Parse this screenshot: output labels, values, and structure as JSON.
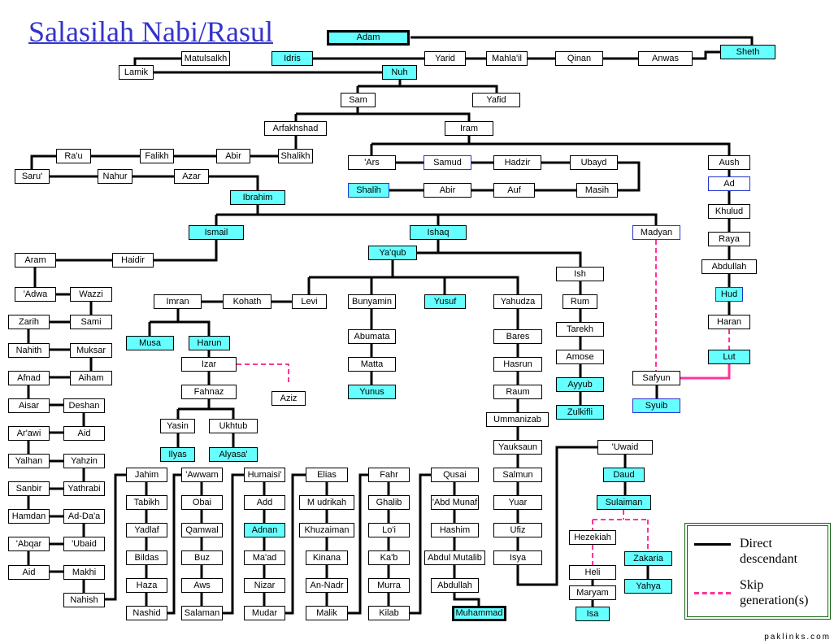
{
  "title": "Salasilah Nabi/Rasul",
  "colors": {
    "prophet_fill": "#66ffff",
    "line": "#000000",
    "skip_line": "#ff3399",
    "title": "#3333cc",
    "legend_border": "#116611"
  },
  "nodes": {
    "adam": "Adam",
    "sheth": "Sheth",
    "matulsalkh": "Matulsalkh",
    "idris": "Idris",
    "yarid": "Yarid",
    "mahlail": "Mahla'il",
    "qinan": "Qinan",
    "anwas": "Anwas",
    "lamik": "Lamik",
    "nuh": "Nuh",
    "sam": "Sam",
    "yafid": "Yafid",
    "arfakhshad": "Arfakhshad",
    "iram": "Iram",
    "rau": "Ra'u",
    "falikh": "Falikh",
    "abir1": "Abir",
    "shalikh": "Shalikh",
    "saru": "Saru'",
    "nahur": "Nahur",
    "azar": "Azar",
    "ibrahim": "Ibrahim",
    "ars": "'Ars",
    "samud": "Samud",
    "hadzir": "Hadzir",
    "ubayd": "Ubayd",
    "aush": "Aush",
    "shalih": "Shalih",
    "abir2": "Abir",
    "auf": "Auf",
    "masih": "Masih",
    "ad": "Ad",
    "khulud": "Khulud",
    "raya": "Raya",
    "abdullah1": "Abdullah",
    "hud": "Hud",
    "haran": "Haran",
    "lut": "Lut",
    "ismail": "Ismail",
    "ishaq": "Ishaq",
    "madyan": "Madyan",
    "yaqub": "Ya'qub",
    "ish": "Ish",
    "aram": "Aram",
    "haidir": "Haidir",
    "adwa": "'Adwa",
    "wazzi": "Wazzi",
    "zarih": "Zarih",
    "sami": "Sami",
    "nahith": "Nahith",
    "muksar": "Muksar",
    "afnad": "Afnad",
    "aiham": "Aiham",
    "aisar": "Aisar",
    "deshan": "Deshan",
    "arawi": "Ar'awi",
    "aid1": "Aid",
    "yalhan": "Yalhan",
    "yahzin": "Yahzin",
    "sanbir": "Sanbir",
    "yathrabi": "Yathrabi",
    "hamdan": "Hamdan",
    "adda": "Ad-Da'a",
    "abqar": "'Abqar",
    "ubaid": "'Ubaid",
    "aid2": "Aid",
    "makhi": "Makhi",
    "nahish": "Nahish",
    "imran": "Imran",
    "kohath": "Kohath",
    "levi": "Levi",
    "musa": "Musa",
    "harun": "Harun",
    "izar": "Izar",
    "aziz": "Aziz",
    "fahnaz": "Fahnaz",
    "yasin": "Yasin",
    "ukhtub": "Ukhtub",
    "ilyas": "Ilyas",
    "alyasa": "Alyasa'",
    "bunyamin": "Bunyamin",
    "abumatata": "Abumata",
    "matta": "Matta",
    "yunus": "Yunus",
    "yusuf": "Yusuf",
    "yahudza": "Yahudza",
    "bares": "Bares",
    "hasrun": "Hasrun",
    "raum": "Raum",
    "ummanizab": "Ummanizab",
    "yauksaun": "Yauksaun",
    "salmun": "Salmun",
    "yuar": "Yuar",
    "ufiz": "Ufiz",
    "isya": "Isya",
    "rum": "Rum",
    "tarekh": "Tarekh",
    "amose": "Amose",
    "ayyub": "Ayyub",
    "zulkifli": "Zulkifli",
    "safyun": "Safyun",
    "syuib": "Syuib",
    "uwaid": "'Uwaid",
    "daud": "Daud",
    "sulaiman": "Sulaiman",
    "hezekiah": "Hezekiah",
    "heli": "Heli",
    "maryam": "Maryam",
    "isa": "Isa",
    "zakaria": "Zakaria",
    "yahya": "Yahya",
    "jahim": "Jahim",
    "tabikh": "Tabikh",
    "yadlaf": "Yadlaf",
    "bildas": "Bildas",
    "haza": "Haza",
    "nashid": "Nashid",
    "awwam": "'Awwam",
    "obai": "Obai",
    "qamwal": "Qamwal",
    "buz": "Buz",
    "aws": "Aws",
    "salaman": "Salaman",
    "humaisi": "Humaisi'",
    "add": "Add",
    "adnan": "Adnan",
    "maad": "Ma'ad",
    "nizar": "Nizar",
    "mudar": "Mudar",
    "elias": "Elias",
    "mudrikah": "M udrikah",
    "khuzaiman": "Khuzaiman",
    "kinana": "Kinana",
    "annadr": "An-Nadr",
    "malik": "Malik",
    "fahr": "Fahr",
    "ghalib": "Ghalib",
    "loi": "Lo'i",
    "kab": "Ka'b",
    "murra": "Murra",
    "kilab": "Kilab",
    "qusai": "Qusai",
    "abdmunaf": "'Abd Munaf",
    "hashim": "Hashim",
    "abdulmutalib": "Abdul Mutalib",
    "abdullah2": "Abdullah",
    "muhammad": "Muhammad"
  },
  "legend": {
    "direct": "Direct descendant",
    "skip": "Skip generation(s)"
  },
  "credit": "paklinks.com"
}
